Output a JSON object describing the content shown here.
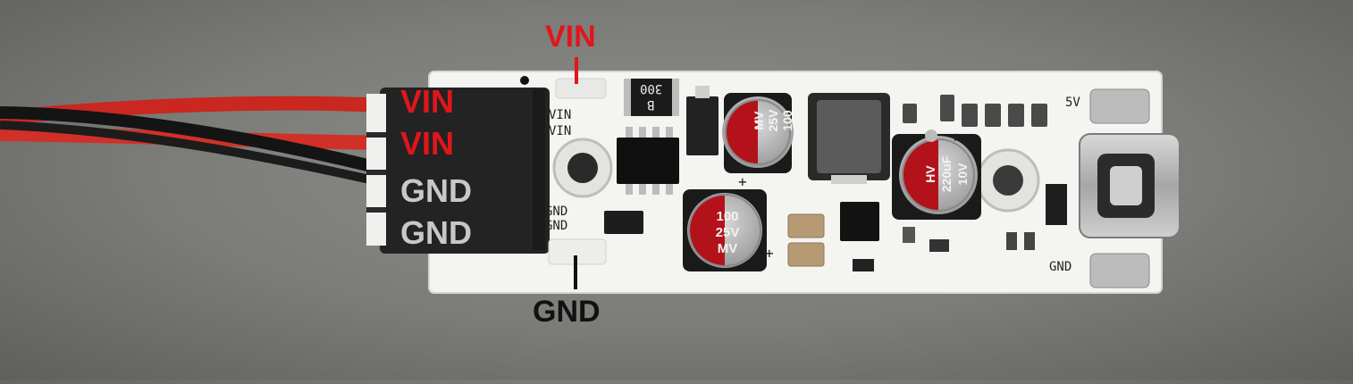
{
  "callouts": {
    "top_vin": "VIN",
    "bottom_gnd": "GND"
  },
  "header_pins": [
    {
      "label": "VIN",
      "color": "#e0161b"
    },
    {
      "label": "VIN",
      "color": "#e0161b"
    },
    {
      "label": "GND",
      "color": "#c8c8c8"
    },
    {
      "label": "GND",
      "color": "#c8c8c8"
    }
  ],
  "silkscreen": {
    "vin_1": "VIN",
    "vin_2": "VIN",
    "gnd_1": "GND",
    "gnd_2": "GND",
    "out_5v": "5V",
    "out_gnd": "GND",
    "resistor_code": "300",
    "resistor_b": "B"
  },
  "capacitors": {
    "cap_top": {
      "value": "100",
      "voltage": "25V",
      "series": "MV"
    },
    "cap_bottom": {
      "value": "100",
      "voltage": "25V",
      "series": "MV"
    },
    "cap_right": {
      "brand": "HV",
      "value": "220uF",
      "voltage": "10V"
    }
  },
  "polarity_mark": "+",
  "colors": {
    "wire_red": "#d62a25",
    "wire_black": "#141414",
    "pcb": "#f4f4f1",
    "callout_red": "#e0161b"
  }
}
